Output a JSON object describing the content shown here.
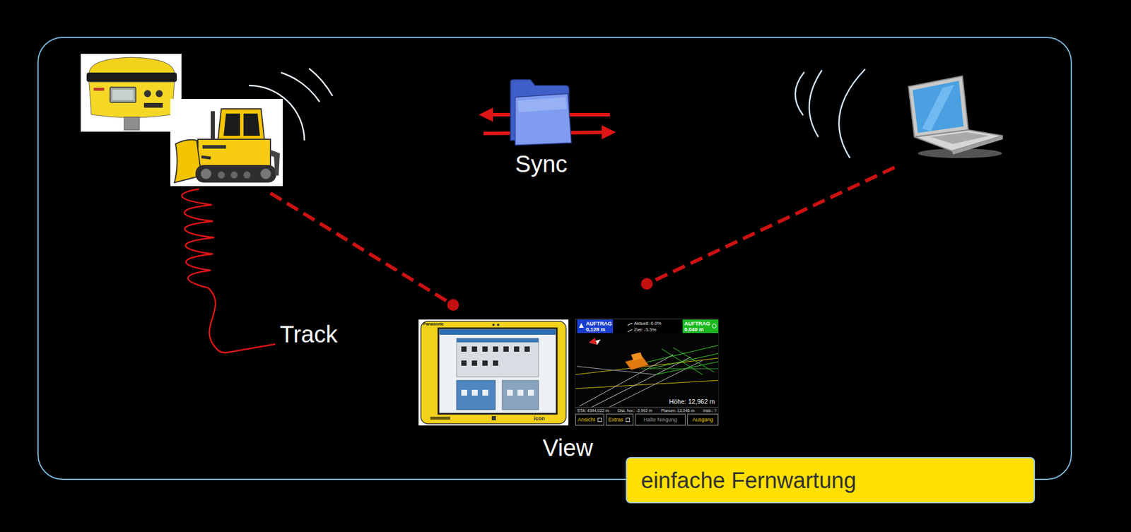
{
  "diagram": {
    "nodes": [
      {
        "text": [
          "AUFTRAG",
          "0,128 m"
        ]
      },
      {
        "text": [
          "AUFTRAG",
          "0,040 m"
        ]
      },
      {
        "text": [
          "Ansicht"
        ]
      },
      {
        "text": [
          "Extras"
        ]
      },
      {
        "text": [
          "Halte Neigung"
        ]
      },
      {
        "text": [
          "Ausgang"
        ]
      },
      {
        "text": [
          "einfache Fernwartung"
        ]
      }
    ],
    "labels": [
      "Sync",
      "Track",
      "Panasonic",
      "Aktuell: 0.0%",
      "Ziel: -5.5%",
      "Höhe: 12,962 m",
      "STA: 4344,022 m",
      "Dist. hor.: -3,992 m",
      "Planum: 13,046 m",
      "Instr.: ?",
      "icon",
      "View"
    ]
  }
}
